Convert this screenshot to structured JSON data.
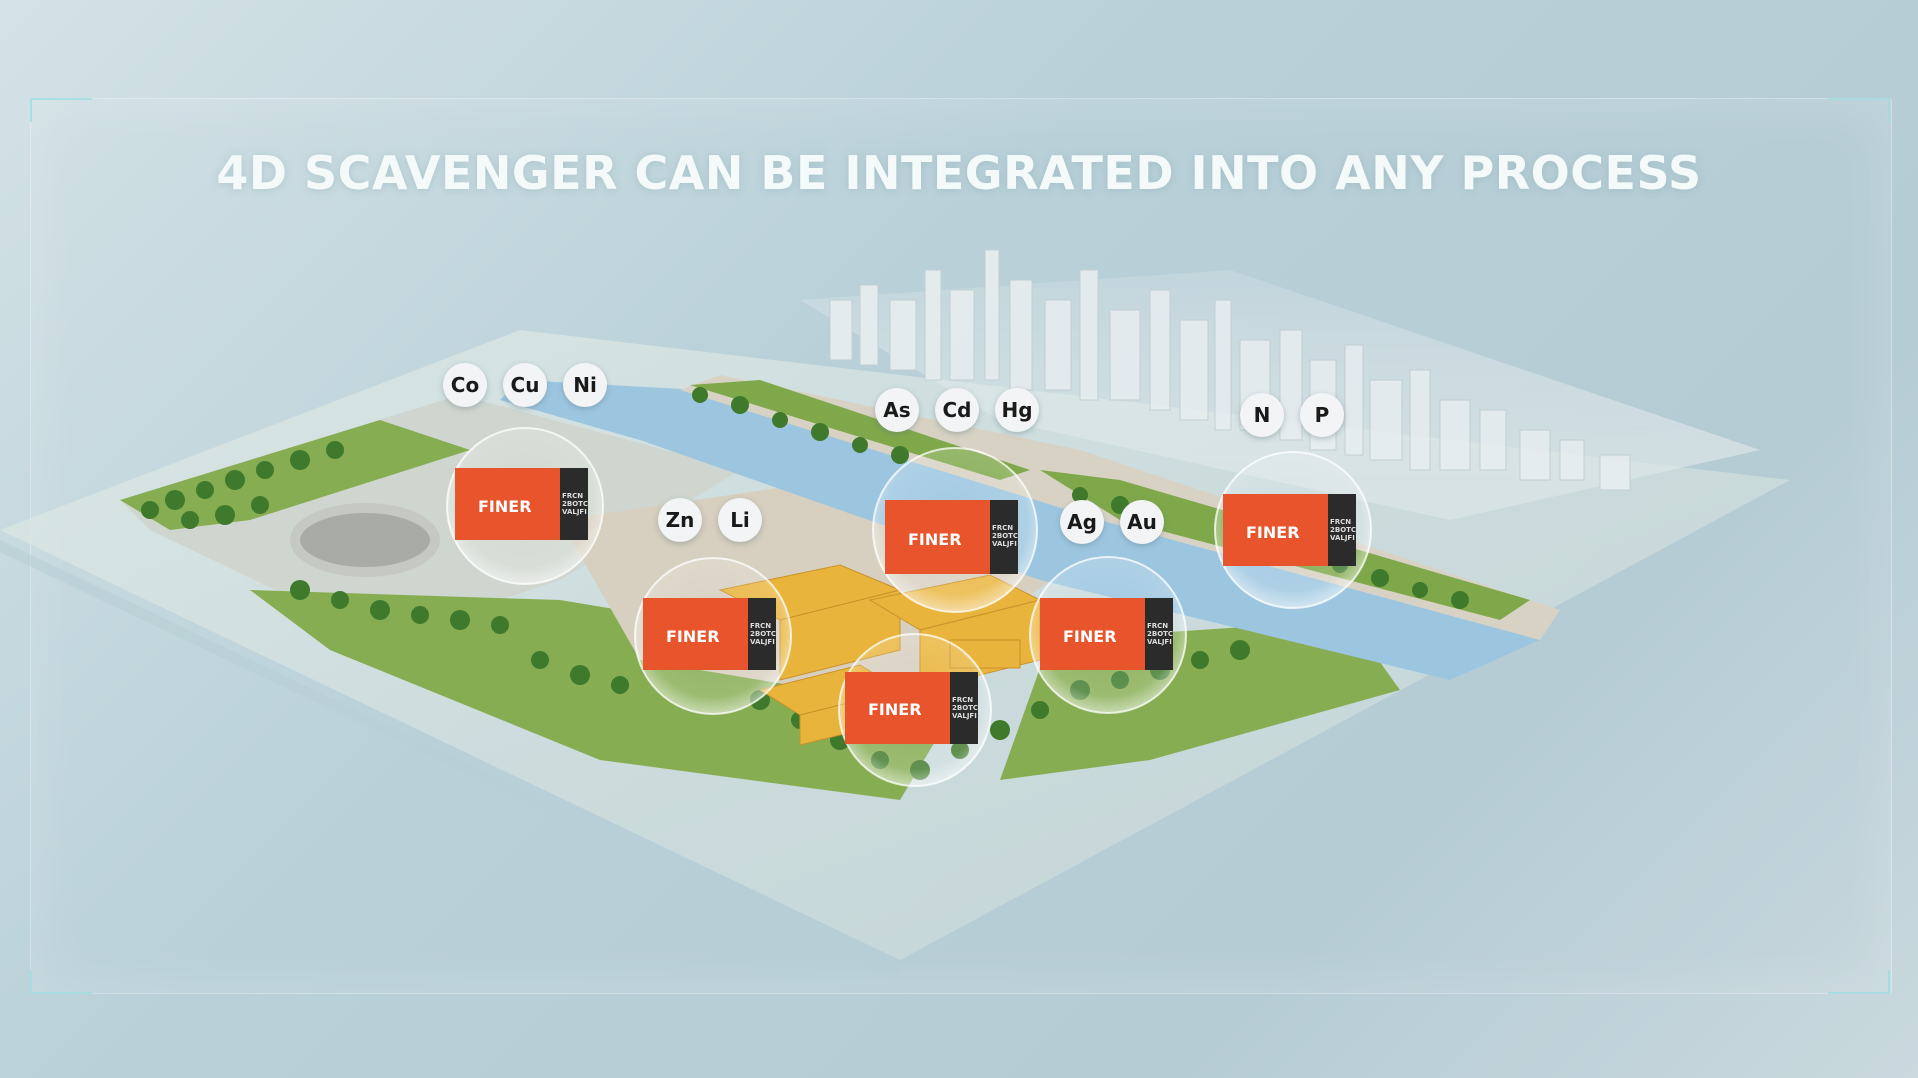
{
  "title": "4D SCAVENGER CAN BE INTEGRATED INTO ANY PROCESS",
  "container_brand": "FINER",
  "container_side": [
    "FRCN",
    "2BOTC",
    "VALJFI"
  ],
  "element_groups": [
    {
      "elements": [
        "Co",
        "Cu",
        "Ni"
      ]
    },
    {
      "elements": [
        "Zn",
        "Li"
      ]
    },
    {
      "elements": [
        "As",
        "Cd",
        "Hg"
      ]
    },
    {
      "elements": [
        "Ag",
        "Au"
      ]
    },
    {
      "elements": [
        "N",
        "P"
      ]
    }
  ],
  "colors": {
    "container_orange": "#e8542c",
    "container_dark": "#2b2b2b",
    "water": "#9cc6e0",
    "grass": "#8fb35a",
    "trees": "#3f7a2c",
    "plant_yellow": "#e9b43c"
  }
}
